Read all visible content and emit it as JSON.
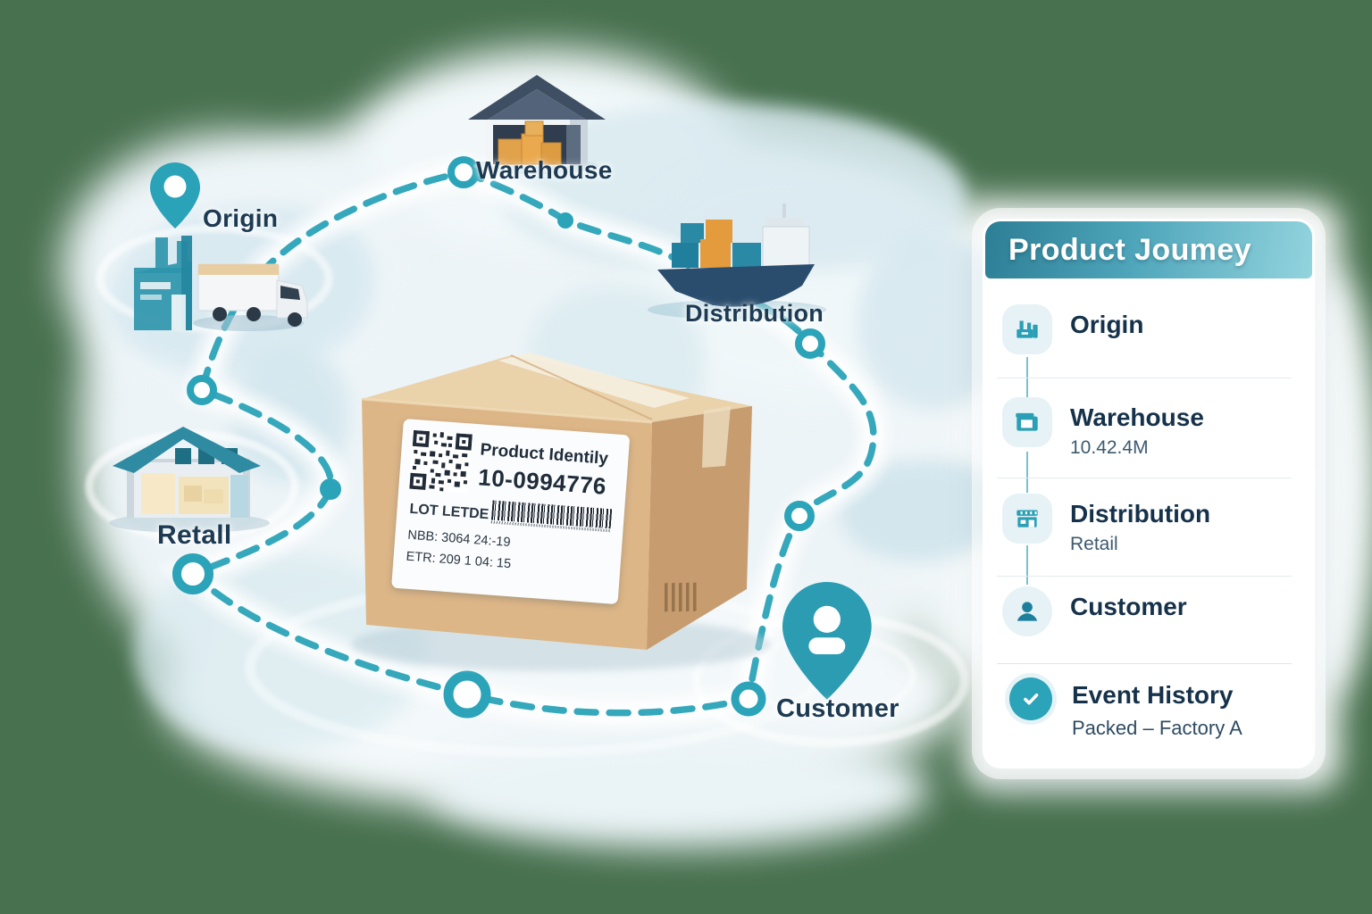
{
  "scene": {
    "labels": {
      "origin": "Origin",
      "warehouse": "Warehouse",
      "distribution": "Distribution",
      "retail": "Retall",
      "customer": "Customer"
    },
    "box_label": {
      "title": "Product Identily",
      "product_id": "10-0994776",
      "lot": "LOT LETDE",
      "line_nbb": "NBB: 3064 24:-19",
      "line_etr": "ETR: 209 1 04: 15"
    }
  },
  "panel": {
    "title": "Product Joumey",
    "steps": [
      {
        "label": "Origin",
        "sublabel": "",
        "icon": "factory-icon"
      },
      {
        "label": "Warehouse",
        "sublabel": "10.42.4M",
        "icon": "warehouse-icon"
      },
      {
        "label": "Distribution",
        "sublabel": "Retail",
        "icon": "storefront-icon"
      },
      {
        "label": "Customer",
        "sublabel": "",
        "icon": "person-icon"
      }
    ],
    "event_history": {
      "label": "Event History",
      "sublabel": "Packed – Factory A",
      "icon": "check-icon"
    }
  },
  "colors": {
    "accent_teal": "#2BA3B8",
    "background_green": "#48714F",
    "text_navy": "#1D3A52",
    "panel_header_start": "#2C7E95",
    "panel_header_end": "#93D4DE",
    "box_tan": "#DDB687",
    "container_orange": "#E49B3E"
  }
}
